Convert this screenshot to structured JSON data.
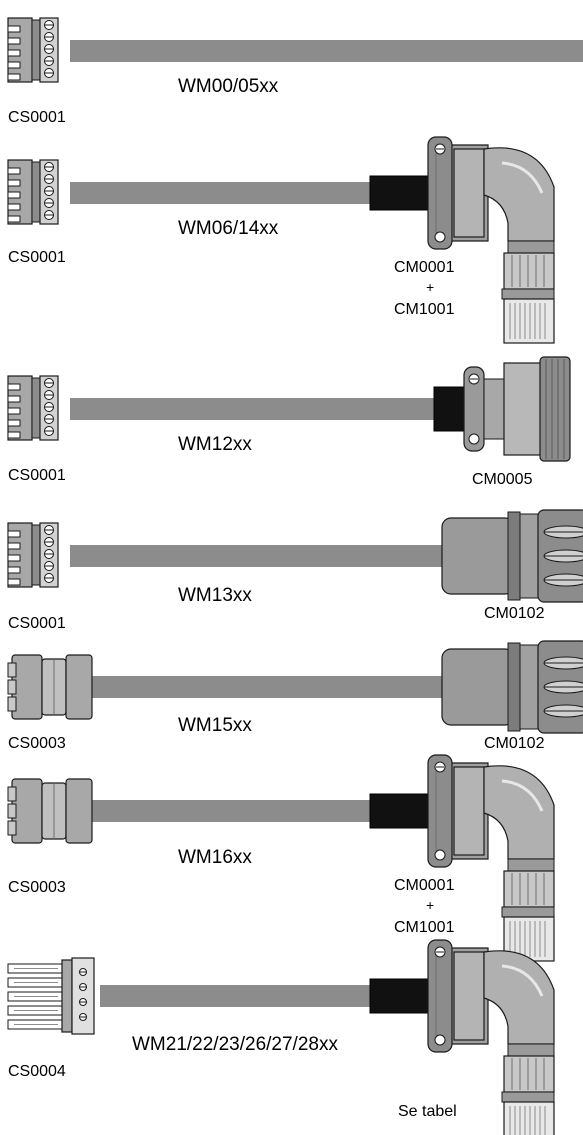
{
  "rows": [
    {
      "cable": "WM00/05xx",
      "left_connector": "CS0001",
      "right_connector": []
    },
    {
      "cable": "WM06/14xx",
      "left_connector": "CS0001",
      "right_connector": [
        "CM0001",
        "+",
        "CM1001"
      ]
    },
    {
      "cable": "WM12xx",
      "left_connector": "CS0001",
      "right_connector": [
        "CM0005"
      ]
    },
    {
      "cable": "WM13xx",
      "left_connector": "CS0001",
      "right_connector": [
        "CM0102"
      ]
    },
    {
      "cable": "WM15xx",
      "left_connector": "CS0003",
      "right_connector": [
        "CM0102"
      ]
    },
    {
      "cable": "WM16xx",
      "left_connector": "CS0003",
      "right_connector": [
        "CM0001",
        "+",
        "CM1001"
      ]
    },
    {
      "cable": "WM21/22/23/26/27/28xx",
      "left_connector": "CS0004",
      "right_connector": [
        "Se tabel"
      ]
    }
  ],
  "colors": {
    "cable": "#8c8c8c",
    "connector_body": "#a8a8a8",
    "connector_light": "#d2d2d2",
    "connector_dark": "#6e6e6e",
    "sleeve": "#111111",
    "outline": "#1a1a1a"
  }
}
